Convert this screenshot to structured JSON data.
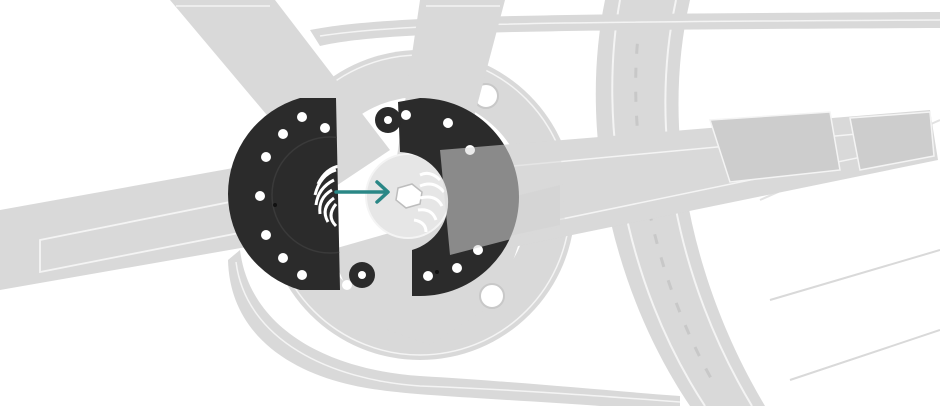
{
  "diagram": {
    "subject": "pas-sensor-disc-installation",
    "colors": {
      "background": "#ffffff",
      "frame": "#d9d9d9",
      "frame_dark": "#c8c8c8",
      "outline": "#f4f4f4",
      "disc": "#2b2b2b",
      "disc_edge": "#3a3a3a",
      "magnet": "#ffffff",
      "arrow": "#2a8786",
      "chain": "#cfcfcf"
    },
    "icons": {
      "arrow": "arrow-right-icon",
      "left_half": "sensor-disc-left-half",
      "right_half": "sensor-disc-right-half"
    }
  }
}
